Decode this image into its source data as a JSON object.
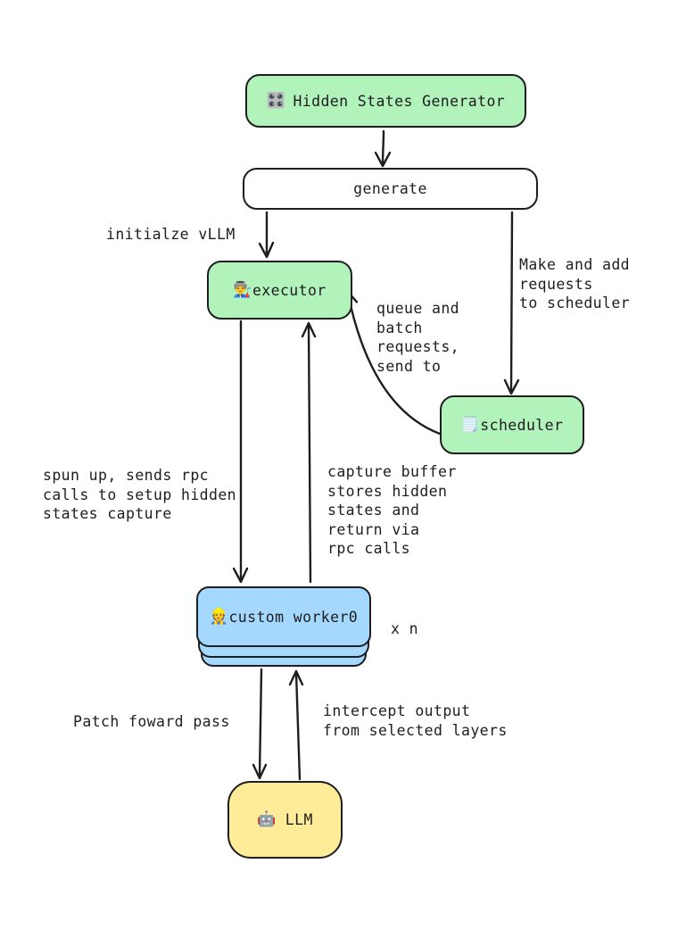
{
  "colors": {
    "background": "#ffffff",
    "stroke": "#1e1e1e",
    "node_green": "#b2f2bb",
    "node_blue": "#a5d8ff",
    "node_yellow": "#ffec99",
    "node_white": "#ffffff"
  },
  "nodes": {
    "generator": {
      "icon": "🎛️",
      "icon_name": "control-knobs",
      "label": "Hidden States Generator",
      "fill": "#b2f2bb"
    },
    "generate": {
      "label": "generate",
      "fill": "#ffffff"
    },
    "executor": {
      "icon": "👨‍🏭",
      "icon_name": "factory-worker",
      "label": "executor",
      "fill": "#b2f2bb"
    },
    "scheduler": {
      "icon": "🗒️",
      "icon_name": "spiral-notepad",
      "label": "scheduler",
      "fill": "#b2f2bb"
    },
    "worker": {
      "icon": "👷",
      "icon_name": "construction-worker",
      "label": "custom worker0",
      "fill": "#a5d8ff",
      "multiplier": "x n"
    },
    "llm": {
      "icon": "🤖",
      "icon_name": "robot",
      "label": "LLM",
      "fill": "#ffec99"
    }
  },
  "edges": {
    "generator_to_generate": {
      "from": "Hidden States Generator",
      "to": "generate",
      "label": ""
    },
    "generate_to_executor": {
      "from": "generate",
      "to": "executor",
      "label": "initialze vLLM"
    },
    "generate_to_scheduler": {
      "from": "generate",
      "to": "scheduler",
      "label": "Make and add\nrequests\nto scheduler"
    },
    "scheduler_to_executor": {
      "from": "scheduler",
      "to": "executor",
      "label": "queue and\nbatch\nrequests,\nsend to"
    },
    "executor_to_worker": {
      "from": "executor",
      "to": "custom worker0",
      "label": "spun up, sends rpc\ncalls to setup hidden\nstates capture"
    },
    "worker_to_executor": {
      "from": "custom worker0",
      "to": "executor",
      "label": "capture buffer\nstores hidden\nstates and\nreturn via\nrpc calls"
    },
    "worker_to_llm": {
      "from": "custom worker0",
      "to": "LLM",
      "label": "Patch foward pass"
    },
    "llm_to_worker": {
      "from": "LLM",
      "to": "custom worker0",
      "label": "intercept output\nfrom selected layers"
    }
  }
}
